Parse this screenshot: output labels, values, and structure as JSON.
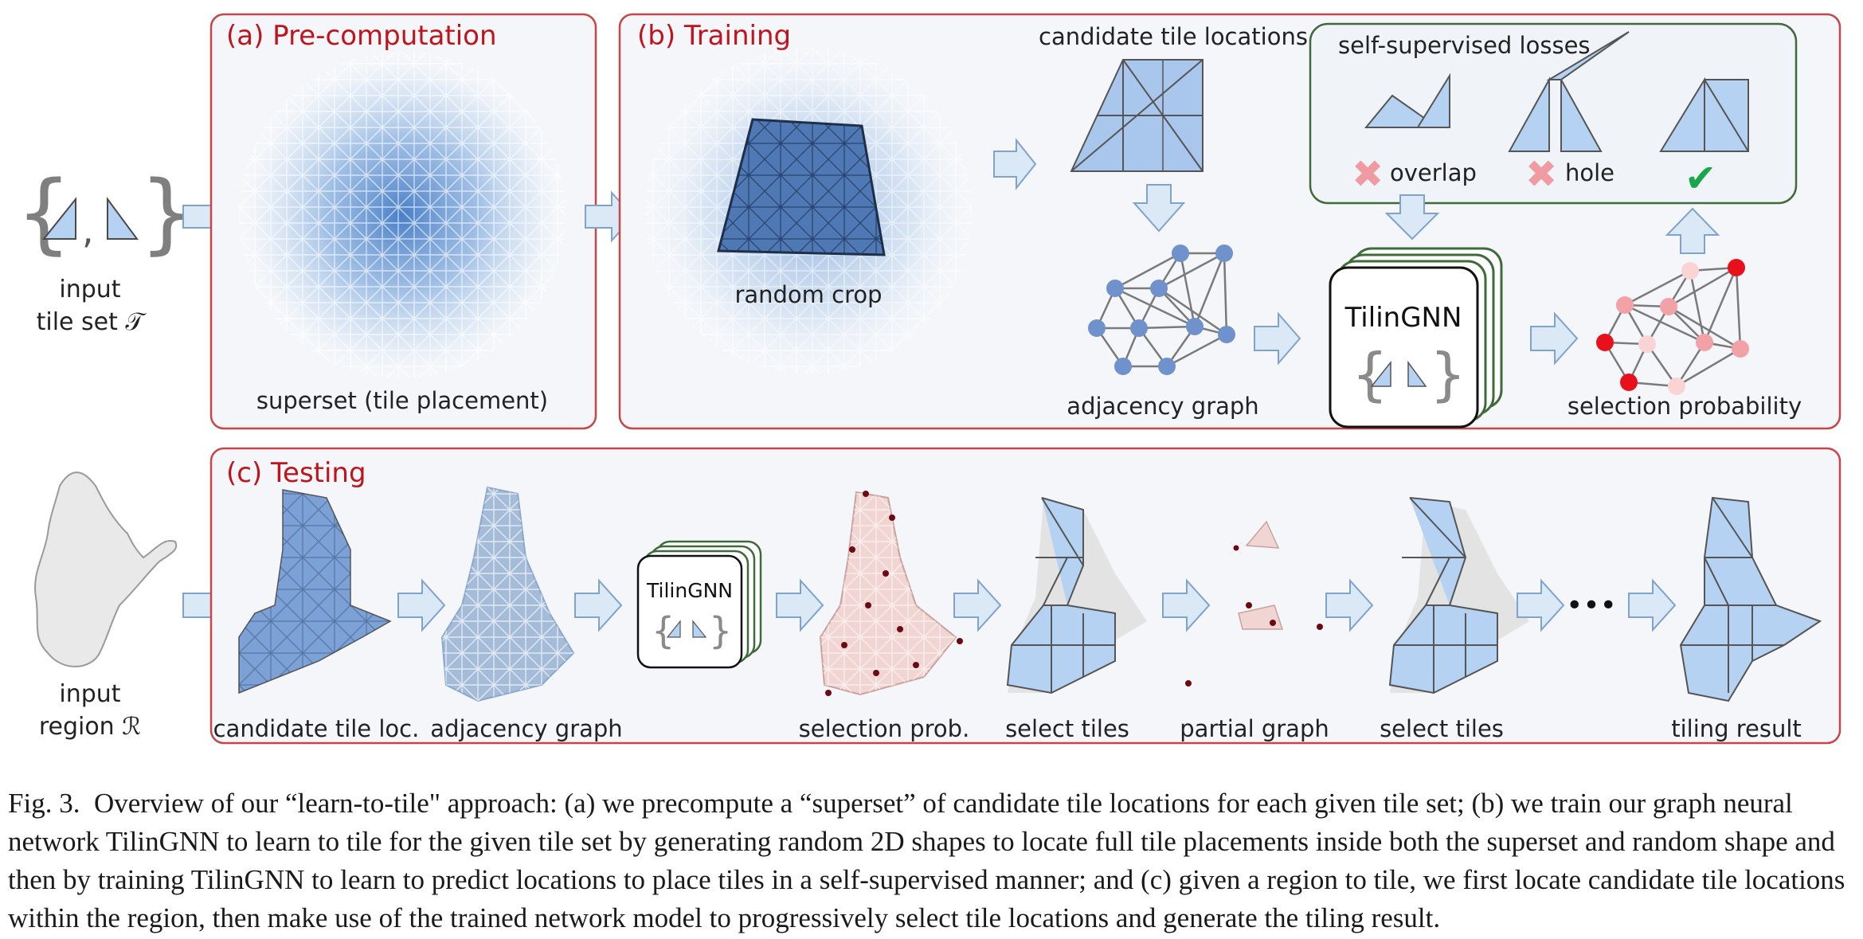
{
  "input_tileset": {
    "line1": "input",
    "line2": "tile set 𝒯"
  },
  "input_region": {
    "line1": "input",
    "line2": "region ℛ"
  },
  "panel_a": {
    "title": "(a) Pre-computation",
    "label": "superset (tile placement)"
  },
  "panel_b": {
    "title": "(b) Training",
    "random_crop": "random crop",
    "candidate": "candidate tile locations",
    "adjacency": "adjacency graph",
    "gnn": "TilinGNN",
    "selection": "selection probability",
    "losses_title": "self-supervised losses",
    "overlap": "overlap",
    "hole": "hole"
  },
  "panel_c": {
    "title": "(c) Testing",
    "gnn": "TilinGNN",
    "labels": [
      "candidate tile loc.",
      "adjacency graph",
      "selection prob.",
      "select tiles",
      "partial graph",
      "select tiles",
      "tiling result"
    ],
    "ellipsis": "•••"
  },
  "caption": {
    "fig": "Fig. 3.",
    "text": "Overview of our “learn-to-tile\" approach: (a) we precompute a “superset” of candidate tile locations for each given tile set; (b) we train our graph neural network TilinGNN to learn to tile for the given tile set by generating random 2D shapes to locate full tile placements inside both the superset and random shape and then by training TilinGNN to learn to predict locations to place tiles in a self-supervised manner; and (c) given a region to tile, we first locate candidate tile locations within the region, then make use of the trained network model to progressively select tile locations and generate the tiling result."
  },
  "colors": {
    "panel_border": "#c8464a",
    "title_red": "#c0141c",
    "tile_blue": "#b5d2f2",
    "node_blue": "#6f92cc",
    "green_box": "#3f6b3a",
    "arrow": "#dbe8f6"
  }
}
